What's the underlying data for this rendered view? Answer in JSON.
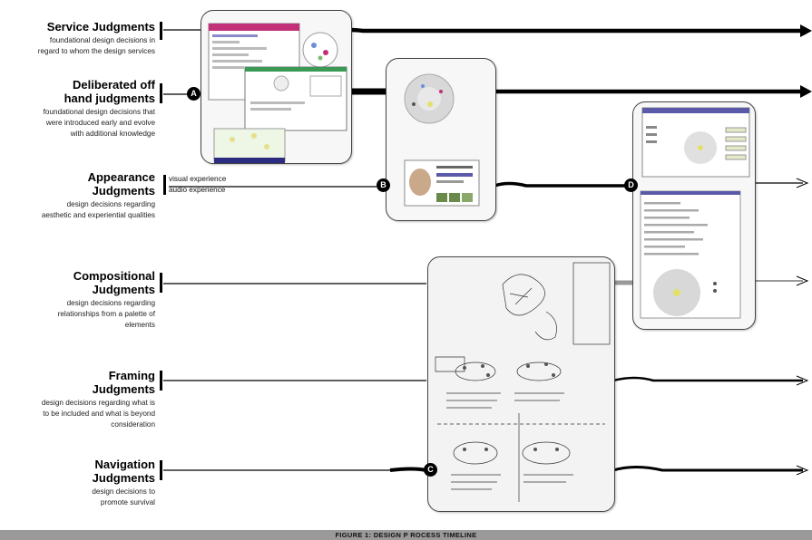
{
  "lanes": [
    {
      "id": "service",
      "title": [
        "Service Judgments"
      ],
      "desc": [
        "foundational design decisions in",
        "regard to whom the design services"
      ]
    },
    {
      "id": "deliberated",
      "title": [
        "Deliberated off",
        "hand judgments"
      ],
      "desc": [
        "foundational design decisions that",
        "were introduced early and evolve",
        "with additional knowledge"
      ]
    },
    {
      "id": "appearance",
      "title": [
        "Appearance",
        "Judgments"
      ],
      "desc": [
        "design decisions regarding",
        "aesthetic and experiential qualities"
      ],
      "sub": [
        "visual experience",
        "audio experience"
      ]
    },
    {
      "id": "compositional",
      "title": [
        "Compositional",
        "Judgments"
      ],
      "desc": [
        "design decisions regarding",
        "relationships from a palette of",
        "elements"
      ]
    },
    {
      "id": "framing",
      "title": [
        "Framing",
        "Judgments"
      ],
      "desc": [
        "design decisions regarding what is",
        "to be included and what is beyond",
        "consideration"
      ]
    },
    {
      "id": "navigation",
      "title": [
        "Navigation",
        "Judgments"
      ],
      "desc": [
        "design decisions to",
        "promote survival"
      ]
    }
  ],
  "markers": [
    "A",
    "B",
    "C",
    "D"
  ],
  "footer": "FIGURE 1: DESIGN P  ROCESS TIMELINE",
  "colors": {
    "line": "#000000",
    "panel_border": "#444444",
    "footer_bar": "#9a9a9a",
    "ui_accent": "#5a5aa8",
    "magenta_accent": "#c2307a"
  }
}
